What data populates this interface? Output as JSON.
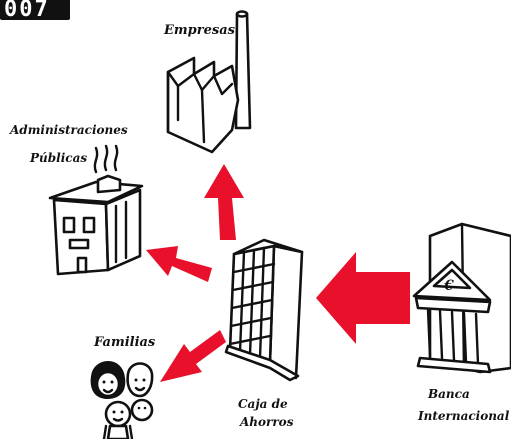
{
  "counter": {
    "text": "007"
  },
  "labels": {
    "empresas": "Empresas",
    "administraciones": "Administraciones",
    "publicas": "Públicas",
    "familias": "Familias",
    "caja_line1": "Caja de",
    "caja_line2": "Ahorros",
    "banca_line1": "Banca",
    "banca_line2": "Internacional"
  },
  "bank_sign": {
    "symbol": "€"
  },
  "colors": {
    "arrow": "#e8102a",
    "ink": "#111111",
    "background": "#ffffff"
  }
}
